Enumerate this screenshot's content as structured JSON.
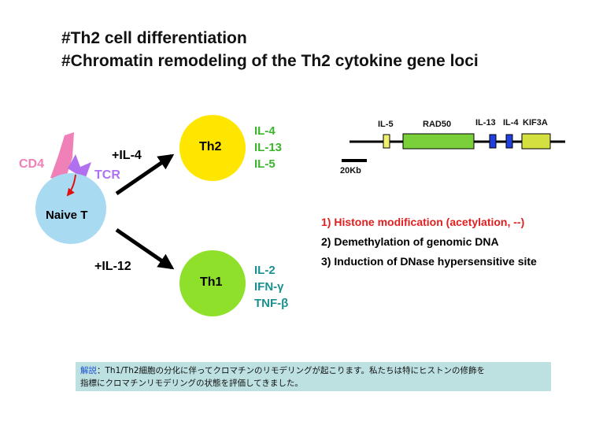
{
  "title": {
    "line1": "#Th2 cell differentiation",
    "line2": "#Chromatin remodeling of the Th2 cytokine gene loci"
  },
  "cell": {
    "naive": "Naive T",
    "cd4": "CD4",
    "tcr": "TCR"
  },
  "arrows": {
    "th2_condition": "+IL-4",
    "th1_condition": "+IL-12"
  },
  "th2": {
    "label": "Th2",
    "cytokines": [
      "IL-4",
      "IL-13",
      "IL-5"
    ]
  },
  "th1": {
    "label": "Th1",
    "cytokines": [
      "IL-2",
      "IFN-γ",
      "TNF-β"
    ]
  },
  "gene_map": {
    "genes": [
      "IL-5",
      "RAD50",
      "IL-13",
      "IL-4",
      "KIF3A"
    ],
    "scale": "20Kb"
  },
  "steps": [
    "1) Histone modification (acetylation, --)",
    "2) Demethylation of genomic DNA",
    "3) Induction of DNase hypersensitive site"
  ],
  "note": {
    "label": "解説",
    "line1": "：Th1/Th2細胞の分化に伴ってクロマチンのリモデリングが起こります。私たちは特にヒストンの修飾を",
    "line2": "指標にクロマチンリモデリングの状態を評価してきました。"
  },
  "colors": {
    "th2_fill": "#ffe600",
    "th1_fill": "#8fe02a",
    "naive_fill": "#a8daf2",
    "cd4": "#f080b8",
    "tcr": "#b070f0",
    "th2_cytokine_text": "#3bb52a",
    "th1_cytokine_text": "#1a9090",
    "step1_text": "#e02020",
    "il5_box": "#f0f070",
    "rad50_box": "#7ad03a",
    "il_box_blue": "#2040e0",
    "kif3a_box": "#d4e040"
  }
}
